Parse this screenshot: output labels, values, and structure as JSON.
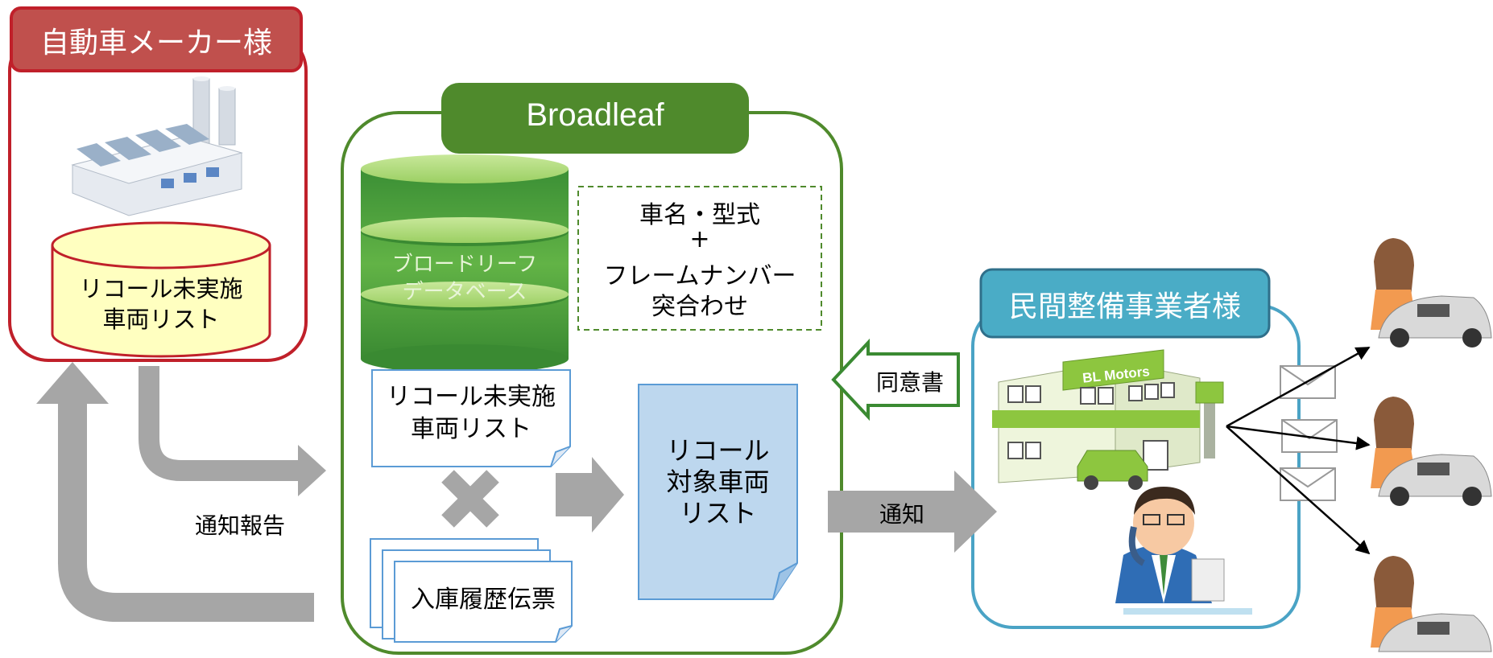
{
  "maker": {
    "title": "自動車メーカー様",
    "db_line1": "リコール未実施",
    "db_line2": "車両リスト"
  },
  "broadleaf": {
    "title": "Broadleaf",
    "db_line1": "ブロードリーフ",
    "db_line2": "データベース",
    "match_line1": "車名・型式",
    "match_line2": "+",
    "match_line3": "フレームナンバー",
    "match_line4": "突合わせ",
    "doc_line1": "リコール未実施",
    "doc_line2": "車両リスト",
    "history_label": "入庫履歴伝票",
    "target_line1": "リコール",
    "target_line2": "対象車両",
    "target_line3": "リスト"
  },
  "repairer": {
    "title": "民間整備事業者様",
    "sign_text": "BL Motors"
  },
  "arrows": {
    "report_label": "通知報告",
    "notify_label": "通知",
    "consent_label": "同意書"
  },
  "colors": {
    "maker_red": "#c0202a",
    "broadleaf_green": "#4f8a2c",
    "repairer_blue": "#4aa3c5",
    "arrow_gray": "#a6a6a6"
  }
}
